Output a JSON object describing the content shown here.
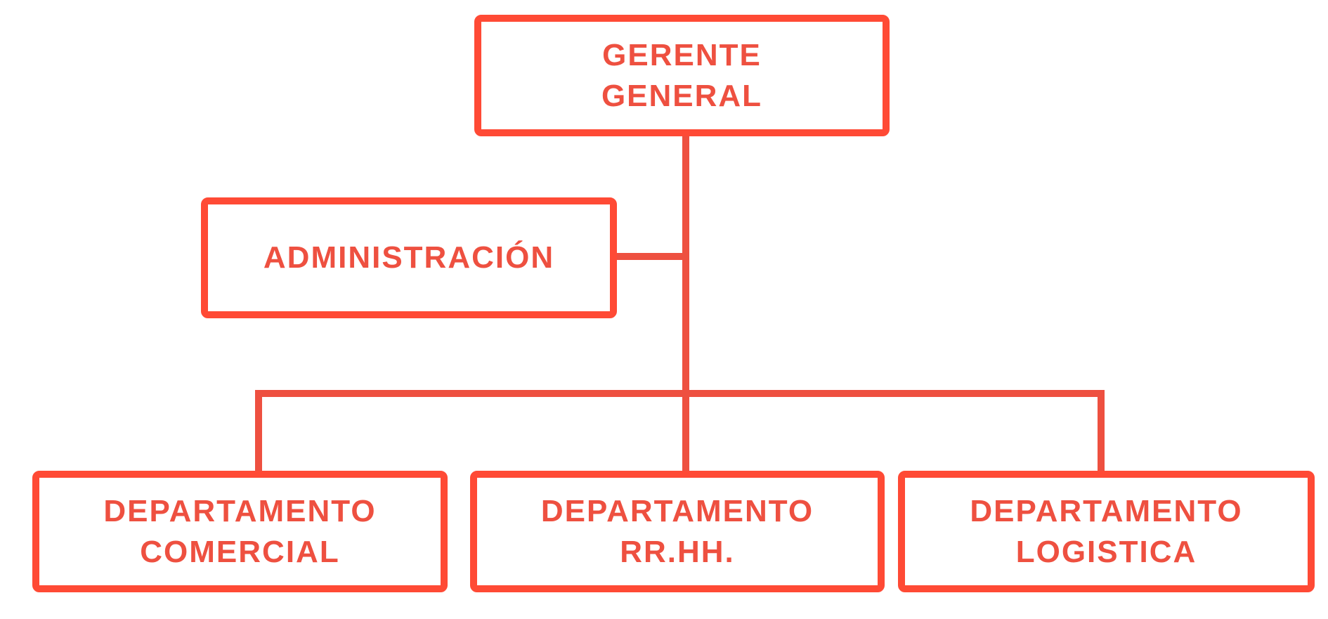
{
  "colors": {
    "border": "#ff4a35",
    "text": "#ee5040",
    "connector": "#ee5040"
  },
  "nodes": {
    "gerente": {
      "line1": "GERENTE",
      "line2": "GENERAL"
    },
    "administracion": {
      "line1": "ADMINISTRACIÓN"
    },
    "comercial": {
      "line1": "DEPARTAMENTO",
      "line2": "COMERCIAL"
    },
    "rrhh": {
      "line1": "DEPARTAMENTO",
      "line2": "RR.HH."
    },
    "logistica": {
      "line1": "DEPARTAMENTO",
      "line2": "LOGISTICA"
    }
  }
}
